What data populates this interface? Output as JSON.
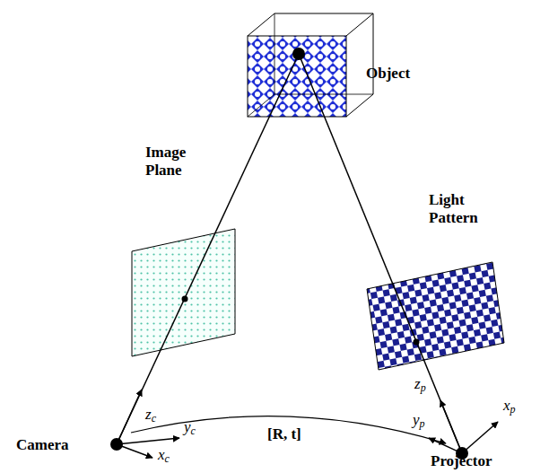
{
  "diagram": {
    "labels": [
      "Object",
      "Image Plane",
      "Light Pattern",
      "Camera",
      "Projector",
      "[R, t]",
      "zc",
      "yc",
      "xc",
      "zp",
      "yp",
      "xp"
    ]
  }
}
